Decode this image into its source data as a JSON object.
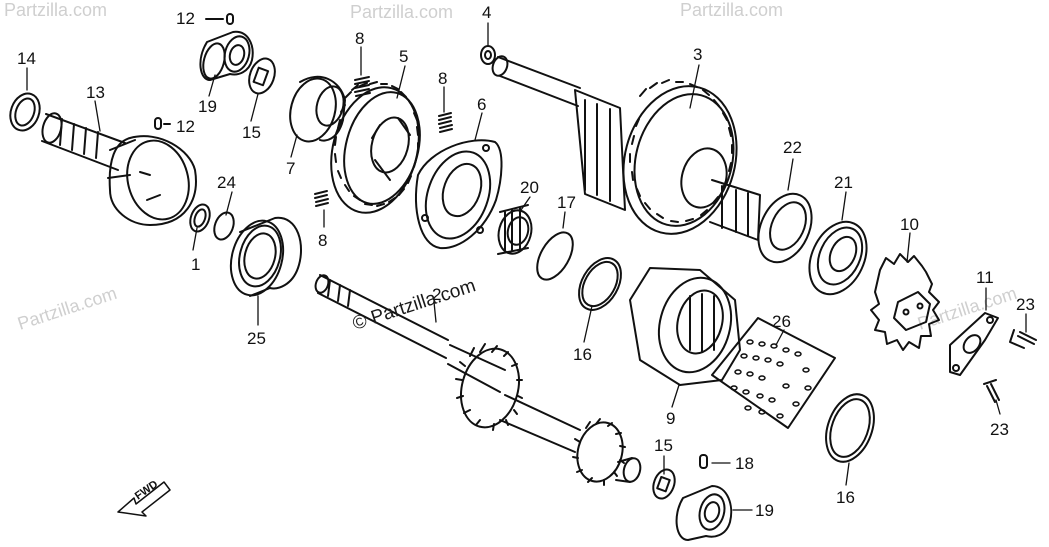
{
  "diagram": {
    "watermark_text": "© Partzilla.com",
    "watermark_faint": "Partzilla.com",
    "direction_label": "FWD",
    "callouts": {
      "c1": "1",
      "c2": "2",
      "c3": "3",
      "c4": "4",
      "c5": "5",
      "c6": "6",
      "c7": "7",
      "c8a": "8",
      "c8b": "8",
      "c8c": "8",
      "c9": "9",
      "c10": "10",
      "c11": "11",
      "c12a": "12",
      "c12b": "12",
      "c13": "13",
      "c14": "14",
      "c15a": "15",
      "c15b": "15",
      "c16a": "16",
      "c16b": "16",
      "c17": "17",
      "c18": "18",
      "c19a": "19",
      "c19b": "19",
      "c20": "20",
      "c21": "21",
      "c22": "22",
      "c23a": "23",
      "c23b": "23",
      "c24": "24",
      "c25": "25",
      "c26": "26"
    }
  }
}
